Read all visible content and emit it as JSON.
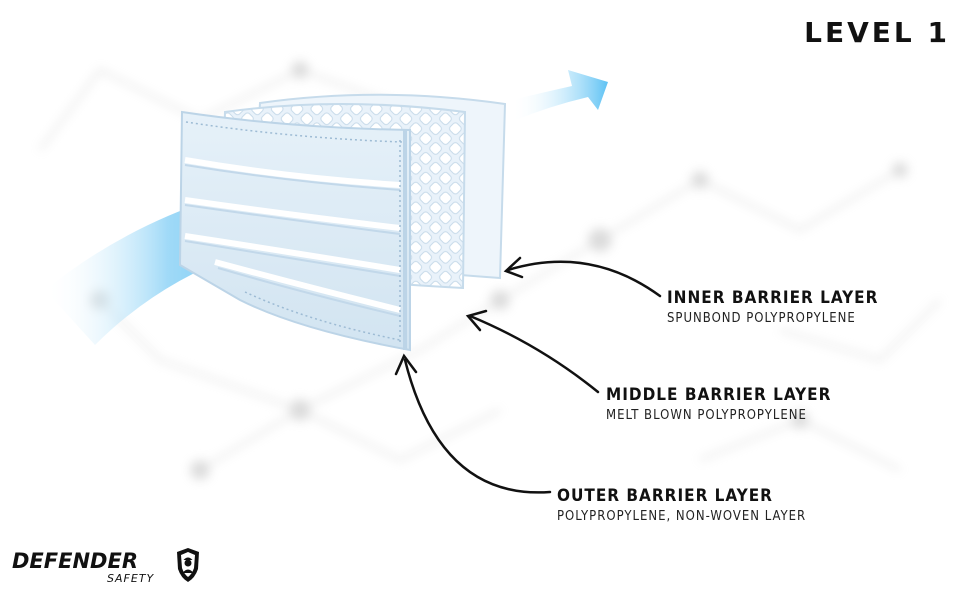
{
  "title": "LEVEL 1",
  "layers": [
    {
      "name": "INNER BARRIER LAYER",
      "material": "SPUNBOND POLYPROPYLENE"
    },
    {
      "name": "MIDDLE BARRIER LAYER",
      "material": "MELT BLOWN POLYPROPYLENE"
    },
    {
      "name": "OUTER BARRIER LAYER",
      "material": "POLYPROPYLENE, NON-WOVEN LAYER"
    }
  ],
  "brand": {
    "name": "DEFENDER",
    "tagline": "SAFETY"
  },
  "colors": {
    "mask": "#dbeaf5",
    "airflow": "#5ec2f4",
    "text": "#111111"
  }
}
